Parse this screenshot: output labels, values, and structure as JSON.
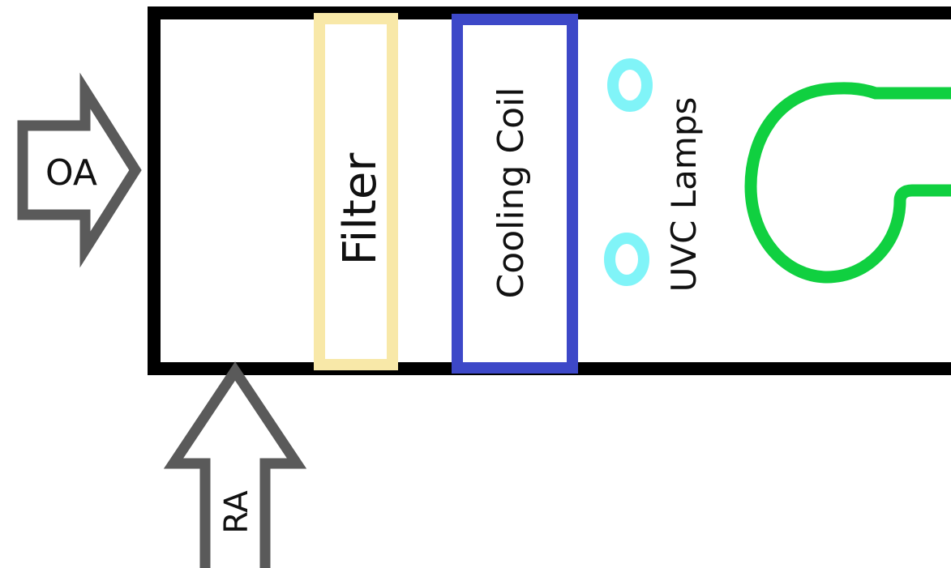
{
  "labels": {
    "outside_air": "OA",
    "return_air": "RA",
    "filter": "Filter",
    "cooling_coil": "Cooling Coil",
    "uvc_lamps": "UVC Lamps"
  },
  "colors": {
    "housing": "#000000",
    "arrow_outline": "#5a5a5a",
    "filter": "#f8e8a8",
    "cooling_coil": "#3d48c8",
    "uvc_lamp": "#80f4f8",
    "fan": "#10d040"
  },
  "icons": {
    "fan": "fan-icon",
    "lamp": "uvc-lamp-icon"
  }
}
